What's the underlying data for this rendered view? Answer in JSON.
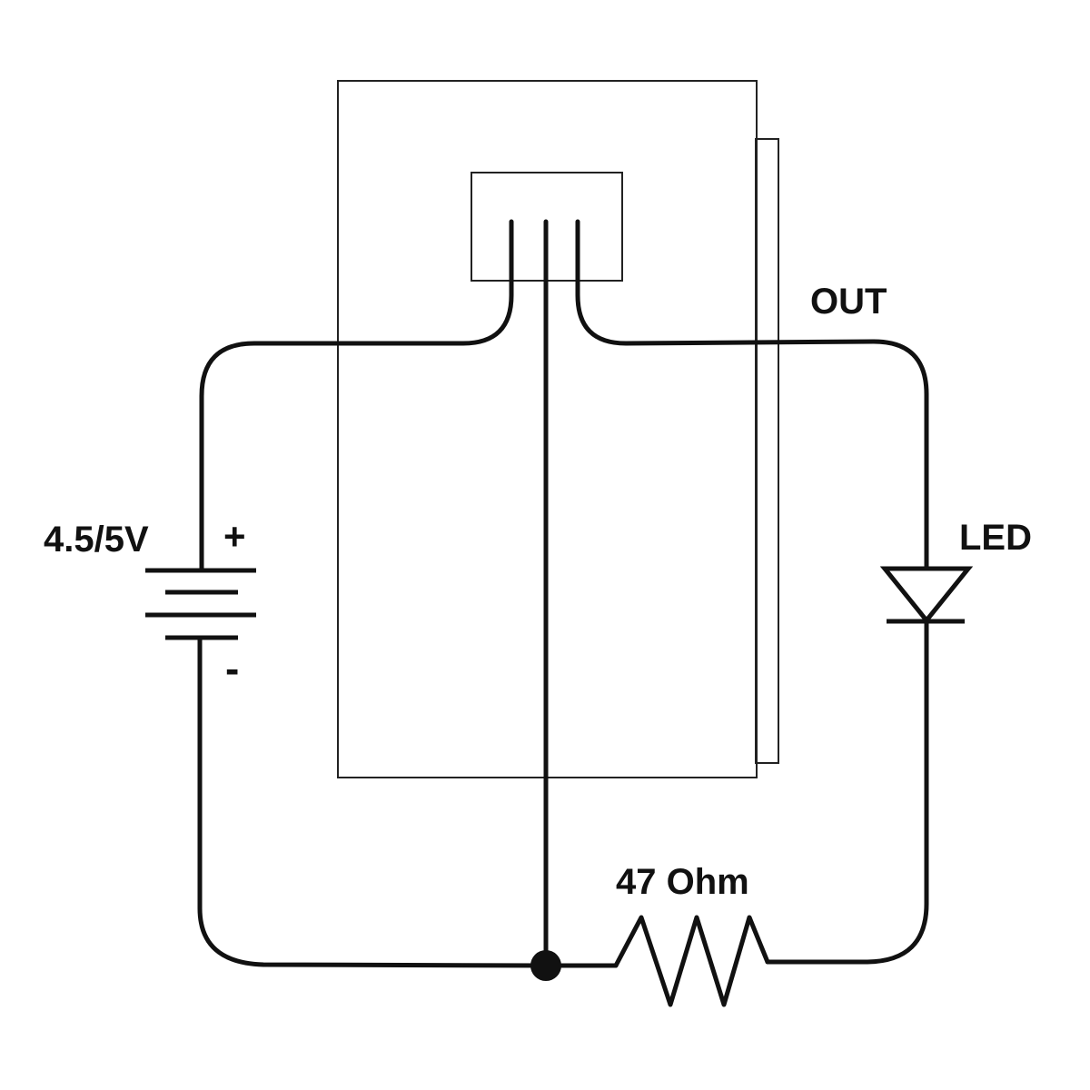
{
  "labels": {
    "out": "OUT",
    "led": "LED",
    "voltage": "4.5/5V",
    "plus": "+",
    "minus": "-",
    "resistor": "47 Ohm"
  },
  "colors": {
    "ink": "#111111",
    "background": "#ffffff"
  },
  "components": {
    "module": "sensor-module",
    "battery": "battery-icon",
    "diode": "led-diode-icon",
    "resistor": "resistor-icon",
    "junction": "junction-dot"
  }
}
